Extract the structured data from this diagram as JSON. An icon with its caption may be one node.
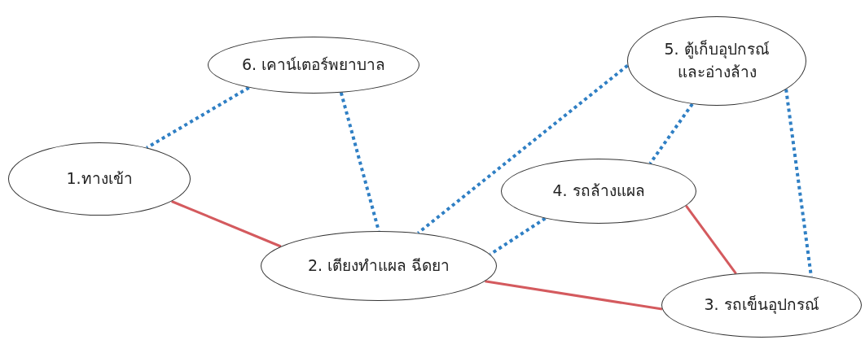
{
  "diagram": {
    "nodes": [
      {
        "text": [
          "6. เคาน์เตอร์พยาบาล"
        ]
      },
      {
        "text": [
          "5. ตู้เก็บอุปกรณ์ และอ่างล้าง"
        ]
      },
      {
        "text": [
          "1.ทางเข้า"
        ]
      },
      {
        "text": [
          "4. รถล้างแผล"
        ]
      },
      {
        "text": [
          "2. เตียงทำแผล ฉีดยา"
        ]
      },
      {
        "text": [
          "3. รถเข็นอุปกรณ์"
        ]
      }
    ],
    "edges": [
      {
        "from": 0,
        "to": 2,
        "arrow": "none",
        "style": "dashed"
      },
      {
        "from": 0,
        "to": 4,
        "arrow": "none",
        "style": "dashed"
      },
      {
        "from": 1,
        "to": 4,
        "arrow": "none",
        "style": "dashed"
      },
      {
        "from": 1,
        "to": 3,
        "arrow": "none",
        "style": "dashed"
      },
      {
        "from": 3,
        "to": 4,
        "arrow": "none",
        "style": "dashed"
      },
      {
        "from": 1,
        "to": 5,
        "arrow": "none",
        "style": "dashed"
      },
      {
        "from": 2,
        "to": 4,
        "arrow": "none",
        "color": "#d45a5e"
      },
      {
        "from": 4,
        "to": 5,
        "arrow": "none",
        "color": "#d45a5e"
      },
      {
        "from": 3,
        "to": 5,
        "arrow": "none",
        "color": "#d45a5e"
      }
    ]
  }
}
